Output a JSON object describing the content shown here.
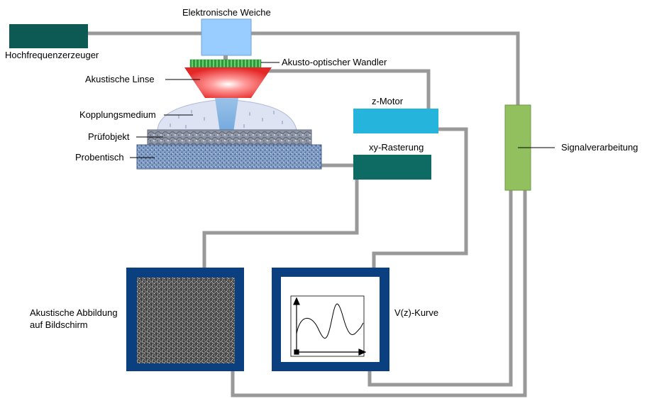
{
  "labels": {
    "generator": "Hochfrequenzerzeuger",
    "switch": "Elektronische Weiche",
    "transducer": "Akusto-optischer Wandler",
    "lens": "Akustische Linse",
    "coupling": "Kopplungsmedium",
    "specimen": "Prüfobjekt",
    "stage": "Probentisch",
    "zmotor": "z-Motor",
    "xyscan": "xy-Rasterung",
    "signal": "Signalverarbeitung",
    "image_line1": "Akustische Abbildung",
    "image_line2": "auf Bildschirm",
    "vz": "V(z)-Kurve"
  },
  "colors": {
    "generator": "#0d5a55",
    "switch": "#99ccff",
    "transducer": "#3aa845",
    "lens": "#ee4444",
    "coupling": "#dde3f3",
    "specimen": "#8e95a6",
    "stage": "#6f88b4",
    "zmotor": "#24b4dc",
    "xyscan": "#0d6b63",
    "signal": "#92c05e",
    "monitor": "#0a4080",
    "wire": "#999999"
  }
}
